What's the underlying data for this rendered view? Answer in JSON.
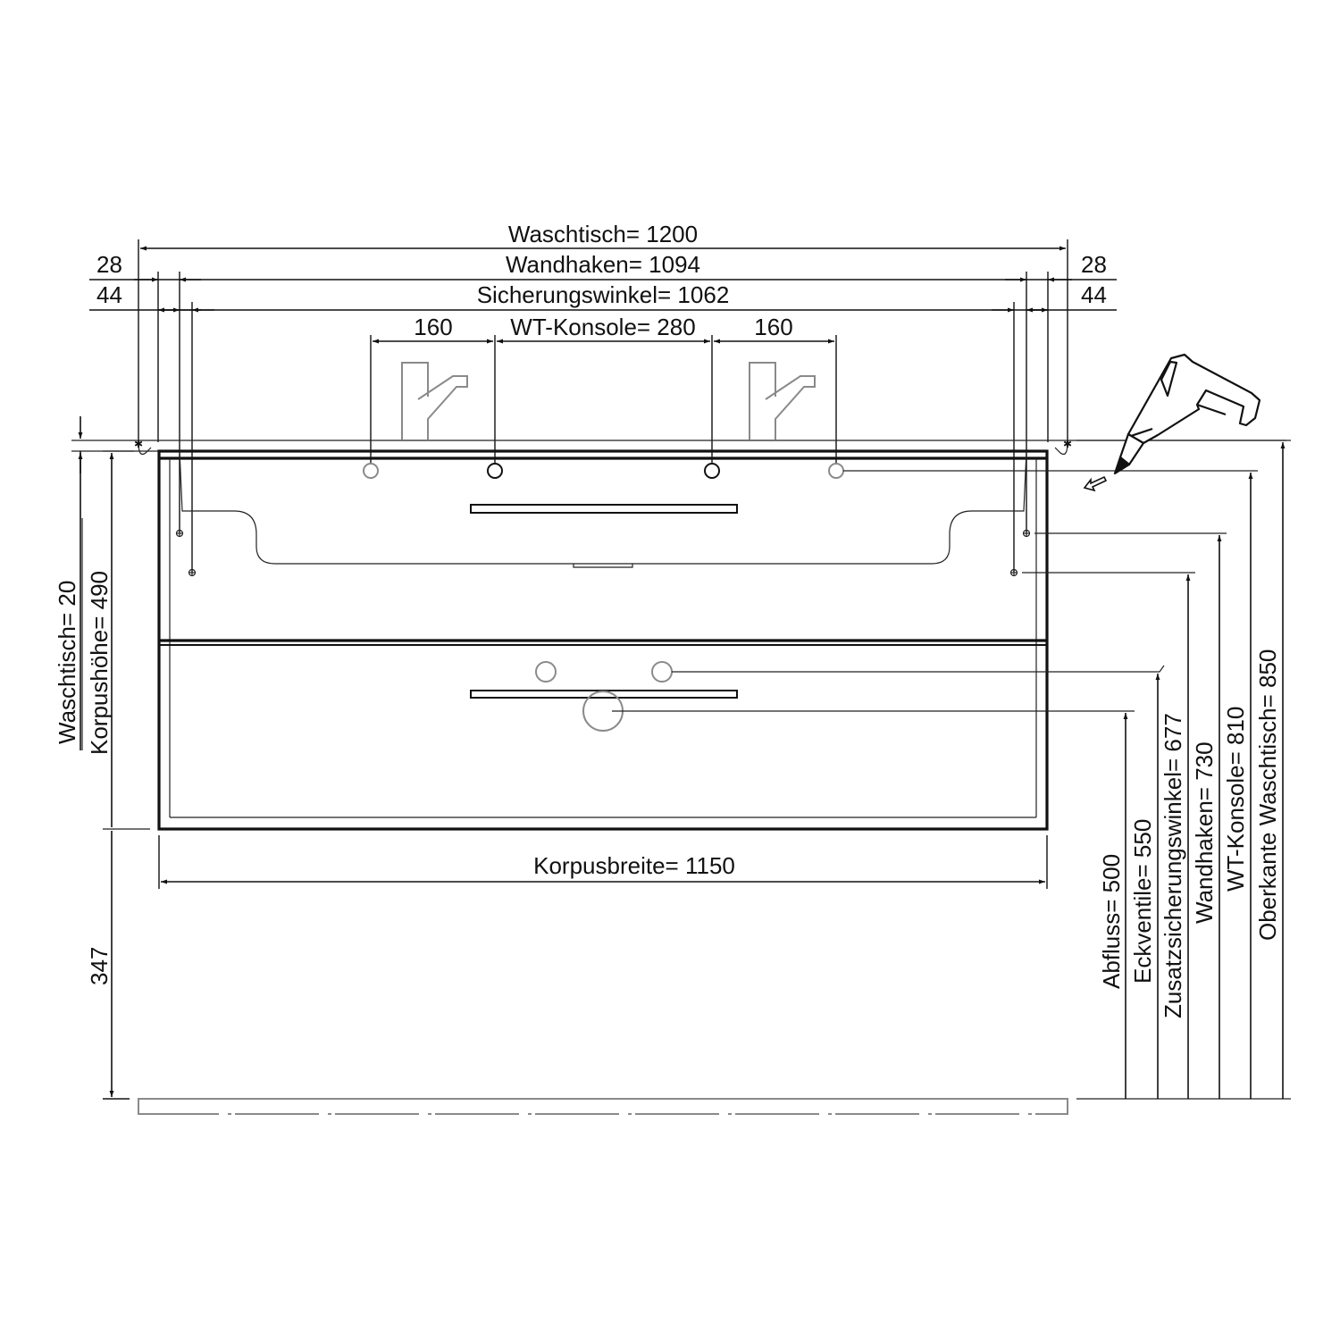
{
  "drawing": {
    "title": "Waschtisch-Unterschrank Maßzeichnung",
    "units": "mm",
    "colors": {
      "line": "#111111",
      "secondary": "#8a8a8a",
      "background": "#ffffff"
    }
  },
  "horizontal_dimensions": {
    "waschtisch": {
      "label": "Waschtisch= 1200"
    },
    "wandhaken": {
      "label": "Wandhaken= 1094"
    },
    "sicherungswinkel": {
      "label": "Sicherungswinkel= 1062"
    },
    "wt_konsole": {
      "label": "WT-Konsole= 280"
    },
    "left_spacing": {
      "label": "160"
    },
    "right_spacing": {
      "label": "160"
    },
    "left_offset_28": {
      "label": "28"
    },
    "left_offset_44": {
      "label": "44"
    },
    "right_offset_28": {
      "label": "28"
    },
    "right_offset_44": {
      "label": "44"
    },
    "korpusbreite": {
      "label": "Korpusbreite=  1150"
    }
  },
  "vertical_dimensions_left": {
    "waschtisch": {
      "label": "Waschtisch=  20"
    },
    "korpushoehe": {
      "label": "Korpushöhe=  490"
    },
    "floor_gap": {
      "label": "347"
    }
  },
  "vertical_dimensions_right": [
    {
      "key": "abfluss",
      "label": "Abfluss=  500"
    },
    {
      "key": "eckventile",
      "label": "Eckventile=  550"
    },
    {
      "key": "zusatzsicherungswinkel",
      "label": "Zusatzsicherungswinkel=  677"
    },
    {
      "key": "wandhaken",
      "label": "Wandhaken=  730"
    },
    {
      "key": "wt_konsole",
      "label": "WT-Konsole= 810"
    },
    {
      "key": "oberkante_waschtisch",
      "label": "Oberkante Waschtisch=  850"
    }
  ],
  "components": {
    "faucets": [
      "faucet-left",
      "faucet-right"
    ],
    "drawers": [
      "upper-drawer",
      "lower-drawer"
    ],
    "tool": "drill-icon"
  }
}
